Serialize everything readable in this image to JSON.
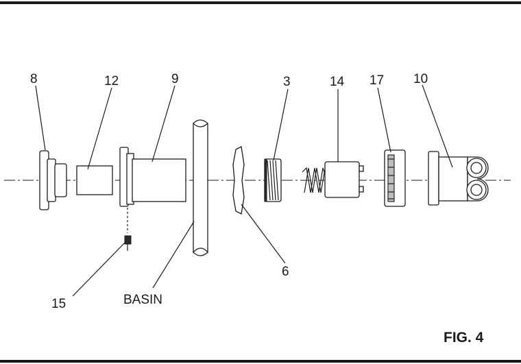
{
  "figure": {
    "caption": "FIG. 4",
    "part_labels": {
      "p8": "8",
      "p12": "12",
      "p9": "9",
      "p3": "3",
      "p14": "14",
      "p17": "17",
      "p10": "10",
      "p6": "6",
      "p15": "15",
      "basin": "BASIN"
    }
  }
}
